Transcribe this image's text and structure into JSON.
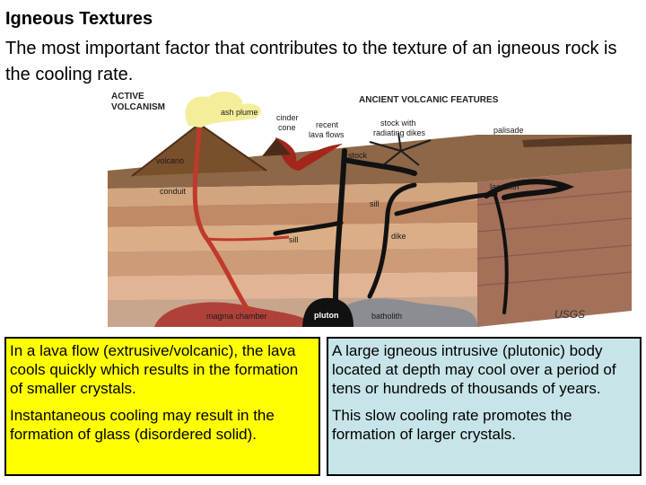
{
  "slide": {
    "title": "Igneous Textures",
    "intro": "The most important factor that contributes to the texture of an igneous rock is the cooling rate."
  },
  "diagram": {
    "header_left": [
      "ACTIVE",
      "VOLCANISM"
    ],
    "header_right": "ANCIENT VOLCANIC FEATURES",
    "labels": {
      "ash_plume": "ash plume",
      "cinder_cone": [
        "cinder",
        "cone"
      ],
      "recent_lava_flows": [
        "recent",
        "lava flows"
      ],
      "stock_radiating_dikes": [
        "stock with",
        "radiating dikes"
      ],
      "palisade": "palisade",
      "volcano": "volcano",
      "stock": "stock",
      "conduit": "conduit",
      "laccolith": "laccolith",
      "sill_right": "sill",
      "dike": "dike",
      "sill_left": "sill",
      "magma_chamber": "magma chamber",
      "pluton": "pluton",
      "batholith": "batholith"
    },
    "credit": "USGS"
  },
  "boxes": {
    "left": {
      "p1": "In a lava flow (extrusive/volcanic), the lava cools quickly which results in the formation of smaller crystals.",
      "p2": "Instantaneous cooling may result in the formation of glass (disordered solid)."
    },
    "right": {
      "p1": "A large igneous intrusive (plutonic) body located at depth may cool over a period of tens or hundreds of thousands of years.",
      "p2": "This slow cooling rate promotes the formation of larger crystals."
    }
  },
  "colors": {
    "left_box": "#ffff00",
    "right_box": "#c7e5e8",
    "magma": "#c0392b",
    "intrusion": "#111111"
  }
}
